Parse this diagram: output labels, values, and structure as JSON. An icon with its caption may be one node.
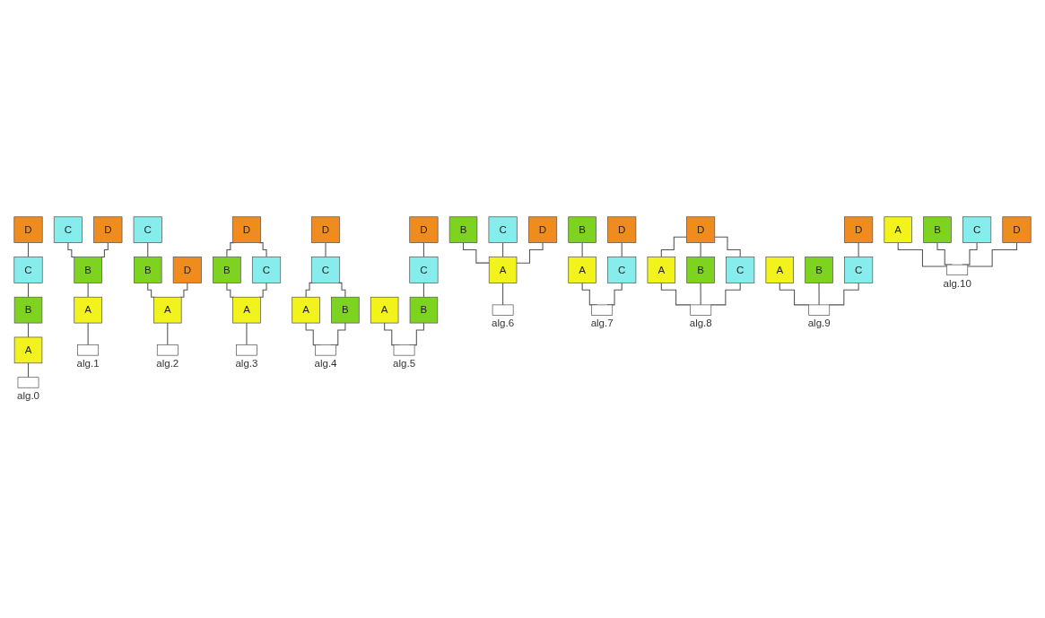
{
  "diagram": {
    "nodes": [
      {
        "text": [
          "D"
        ]
      },
      {
        "text": [
          "C"
        ]
      },
      {
        "text": [
          "B"
        ]
      },
      {
        "text": [
          "A"
        ]
      },
      {
        "text": [],
        "shape": "box",
        "beside": [
          "alg.0"
        ]
      },
      {
        "text": [
          "C"
        ]
      },
      {
        "text": [
          "D"
        ]
      },
      {
        "text": [
          "B"
        ]
      },
      {
        "text": [
          "A"
        ]
      },
      {
        "text": [],
        "shape": "box",
        "beside": [
          "alg.1"
        ]
      },
      {
        "text": [
          "C"
        ]
      },
      {
        "text": [
          "B"
        ]
      },
      {
        "text": [
          "D"
        ]
      },
      {
        "text": [
          "A"
        ]
      },
      {
        "text": [],
        "shape": "box",
        "beside": [
          "alg.2"
        ]
      },
      {
        "text": [
          "D"
        ]
      },
      {
        "text": [
          "B"
        ]
      },
      {
        "text": [
          "C"
        ]
      },
      {
        "text": [
          "A"
        ]
      },
      {
        "text": [],
        "shape": "box",
        "beside": [
          "alg.3"
        ]
      },
      {
        "text": [
          "D"
        ]
      },
      {
        "text": [
          "C"
        ]
      },
      {
        "text": [
          "A"
        ]
      },
      {
        "text": [
          "B"
        ]
      },
      {
        "text": [],
        "shape": "box",
        "beside": [
          "alg.4"
        ]
      },
      {
        "text": [
          "D"
        ]
      },
      {
        "text": [
          "C"
        ]
      },
      {
        "text": [
          "A"
        ]
      },
      {
        "text": [
          "B"
        ]
      },
      {
        "text": [],
        "shape": "box",
        "beside": [
          "alg.5"
        ]
      },
      {
        "text": [
          "B"
        ]
      },
      {
        "text": [
          "C"
        ]
      },
      {
        "text": [
          "D"
        ]
      },
      {
        "text": [
          "A"
        ]
      },
      {
        "text": [],
        "shape": "box",
        "beside": [
          "alg.6"
        ]
      },
      {
        "text": [
          "B"
        ]
      },
      {
        "text": [
          "D"
        ]
      },
      {
        "text": [
          "A"
        ]
      },
      {
        "text": [
          "C"
        ]
      },
      {
        "text": [],
        "shape": "box",
        "beside": [
          "alg.7"
        ]
      },
      {
        "text": [
          "D"
        ]
      },
      {
        "text": [
          "A"
        ]
      },
      {
        "text": [
          "B"
        ]
      },
      {
        "text": [
          "C"
        ]
      },
      {
        "text": [],
        "shape": "box",
        "beside": [
          "alg.8"
        ]
      },
      {
        "text": [
          "D"
        ]
      },
      {
        "text": [
          "A"
        ]
      },
      {
        "text": [
          "B"
        ]
      },
      {
        "text": [
          "C"
        ]
      },
      {
        "text": [],
        "shape": "box",
        "beside": [
          "alg.9"
        ]
      },
      {
        "text": [
          "A"
        ]
      },
      {
        "text": [
          "B"
        ]
      },
      {
        "text": [
          "C"
        ]
      },
      {
        "text": [
          "D"
        ]
      },
      {
        "text": [],
        "shape": "box",
        "beside": [
          "alg.10"
        ]
      }
    ],
    "edges": [
      {
        "from": 0,
        "to": 1,
        "arrow": "none"
      },
      {
        "from": 1,
        "to": 2,
        "arrow": "none"
      },
      {
        "from": 2,
        "to": 3,
        "arrow": "none"
      },
      {
        "from": 3,
        "to": 4,
        "arrow": "none"
      },
      {
        "from": 5,
        "to": 7,
        "arrow": "none"
      },
      {
        "from": 6,
        "to": 7,
        "arrow": "none"
      },
      {
        "from": 7,
        "to": 8,
        "arrow": "none"
      },
      {
        "from": 8,
        "to": 9,
        "arrow": "none"
      },
      {
        "from": 10,
        "to": 11,
        "arrow": "none"
      },
      {
        "from": 11,
        "to": 13,
        "arrow": "none"
      },
      {
        "from": 12,
        "to": 13,
        "arrow": "none"
      },
      {
        "from": 13,
        "to": 14,
        "arrow": "none"
      },
      {
        "from": 15,
        "to": 16,
        "arrow": "none"
      },
      {
        "from": 15,
        "to": 17,
        "arrow": "none"
      },
      {
        "from": 16,
        "to": 18,
        "arrow": "none"
      },
      {
        "from": 17,
        "to": 18,
        "arrow": "none"
      },
      {
        "from": 18,
        "to": 19,
        "arrow": "none"
      },
      {
        "from": 20,
        "to": 21,
        "arrow": "none"
      },
      {
        "from": 21,
        "to": 22,
        "arrow": "none"
      },
      {
        "from": 21,
        "to": 23,
        "arrow": "none"
      },
      {
        "from": 22,
        "to": 24,
        "arrow": "none"
      },
      {
        "from": 23,
        "to": 24,
        "arrow": "none"
      },
      {
        "from": 25,
        "to": 26,
        "arrow": "none"
      },
      {
        "from": 26,
        "to": 28,
        "arrow": "none"
      },
      {
        "from": 27,
        "to": 29,
        "arrow": "none"
      },
      {
        "from": 28,
        "to": 29,
        "arrow": "none"
      },
      {
        "from": 30,
        "to": 33,
        "arrow": "none"
      },
      {
        "from": 31,
        "to": 33,
        "arrow": "none"
      },
      {
        "from": 32,
        "to": 33,
        "arrow": "none"
      },
      {
        "from": 33,
        "to": 34,
        "arrow": "none"
      },
      {
        "from": 35,
        "to": 37,
        "arrow": "none"
      },
      {
        "from": 36,
        "to": 38,
        "arrow": "none"
      },
      {
        "from": 37,
        "to": 39,
        "arrow": "none"
      },
      {
        "from": 38,
        "to": 39,
        "arrow": "none"
      },
      {
        "from": 40,
        "to": 41,
        "arrow": "none"
      },
      {
        "from": 40,
        "to": 42,
        "arrow": "none"
      },
      {
        "from": 40,
        "to": 43,
        "arrow": "none"
      },
      {
        "from": 41,
        "to": 44,
        "arrow": "none"
      },
      {
        "from": 42,
        "to": 44,
        "arrow": "none"
      },
      {
        "from": 43,
        "to": 44,
        "arrow": "none"
      },
      {
        "from": 45,
        "to": 48,
        "arrow": "none"
      },
      {
        "from": 46,
        "to": 49,
        "arrow": "none"
      },
      {
        "from": 47,
        "to": 49,
        "arrow": "none"
      },
      {
        "from": 48,
        "to": 49,
        "arrow": "none"
      },
      {
        "from": 50,
        "to": 54,
        "arrow": "none"
      },
      {
        "from": 51,
        "to": 54,
        "arrow": "none"
      },
      {
        "from": 52,
        "to": 54,
        "arrow": "none"
      },
      {
        "from": 53,
        "to": 54,
        "arrow": "none"
      }
    ]
  }
}
